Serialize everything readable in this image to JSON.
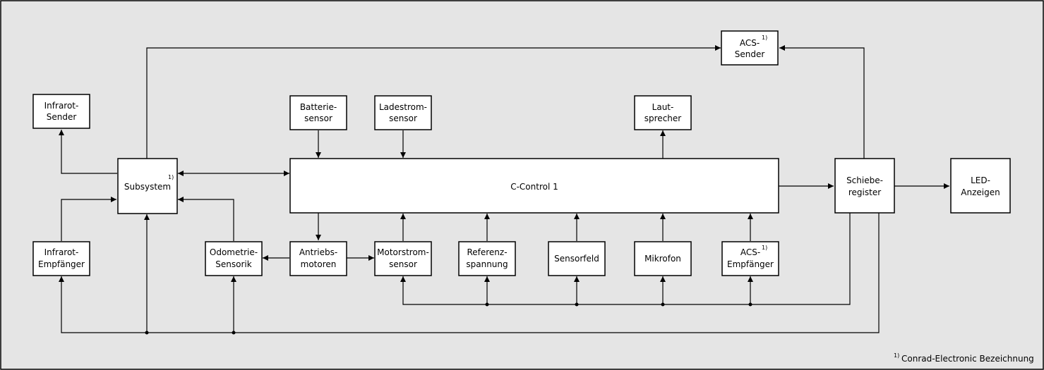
{
  "blocks": {
    "acs_sender": {
      "line1": "ACS-",
      "line2": "Sender",
      "sup": "1)"
    },
    "infrarot_sender": {
      "line1": "Infrarot-",
      "line2": "Sender"
    },
    "batteriesensor": {
      "line1": "Batterie-",
      "line2": "sensor"
    },
    "ladestromsensor": {
      "line1": "Ladestrom-",
      "line2": "sensor"
    },
    "lautsprecher": {
      "line1": "Laut-",
      "line2": "sprecher"
    },
    "subsystem": {
      "line1": "Subsystem",
      "sup": "1)"
    },
    "c_control": {
      "line1": "C-Control 1"
    },
    "schieberegister": {
      "line1": "Schiebe-",
      "line2": "register"
    },
    "led_anzeigen": {
      "line1": "LED-",
      "line2": "Anzeigen"
    },
    "infrarot_empfaenger": {
      "line1": "Infrarot-",
      "line2": "Empfänger"
    },
    "odometrie": {
      "line1": "Odometrie-",
      "line2": "Sensorik"
    },
    "antriebsmotoren": {
      "line1": "Antriebs-",
      "line2": "motoren"
    },
    "motorstromsensor": {
      "line1": "Motorstrom-",
      "line2": "sensor"
    },
    "referenzspannung": {
      "line1": "Referenz-",
      "line2": "spannung"
    },
    "sensorfeld": {
      "line1": "Sensorfeld"
    },
    "mikrofon": {
      "line1": "Mikrofon"
    },
    "acs_empfaenger": {
      "line1": "ACS-",
      "line2": "Empfänger",
      "sup": "1)"
    }
  },
  "footnote": {
    "marker": "1)",
    "text": "Conrad-Electronic Bezeichnung"
  }
}
